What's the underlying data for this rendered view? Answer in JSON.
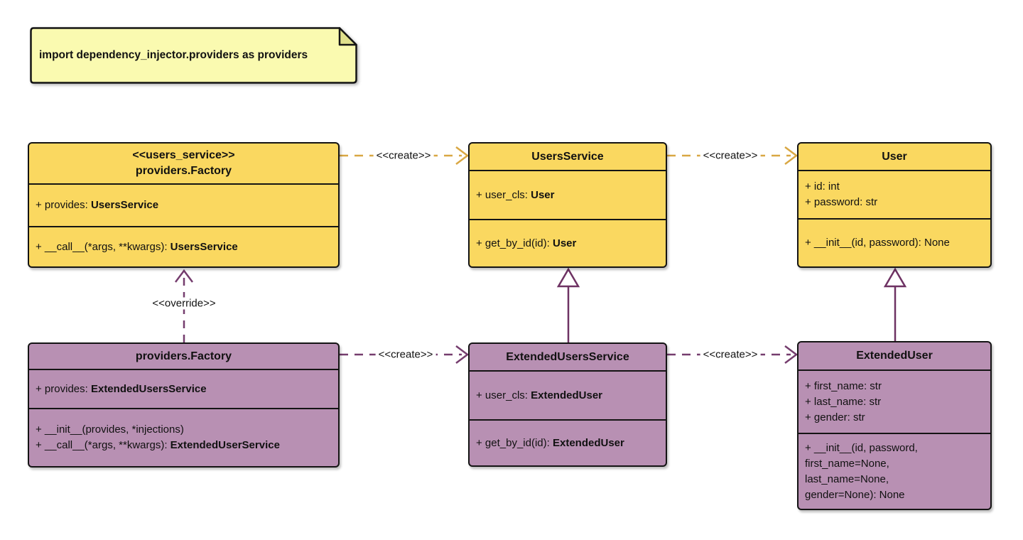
{
  "note": {
    "text": "import dependency_injector.providers as providers"
  },
  "classes": {
    "factory_users": {
      "stereotype": "<<users_service>>",
      "title": "providers.Factory",
      "attrs": [
        {
          "text": "+ provides: ",
          "type": "UsersService"
        }
      ],
      "methods": [
        {
          "text": "+ __call__(*args, **kwargs): ",
          "type": "UsersService"
        }
      ]
    },
    "users_service": {
      "title": "UsersService",
      "attrs": [
        {
          "text": "+ user_cls: ",
          "type": "User"
        }
      ],
      "methods": [
        {
          "text": "+ get_by_id(id): ",
          "type": "User"
        }
      ]
    },
    "user": {
      "title": "User",
      "attrs": [
        {
          "text": "+ id: int"
        },
        {
          "text": "+ password: str"
        }
      ],
      "methods": [
        {
          "text": "+ __init__(id, password): None"
        }
      ]
    },
    "factory_extended": {
      "title": "providers.Factory",
      "attrs": [
        {
          "text": "+ provides: ",
          "type": "ExtendedUsersService"
        }
      ],
      "methods": [
        {
          "text": "+ __init__(provides, *injections)"
        },
        {
          "text": "+ __call__(*args, **kwargs): ",
          "type": "ExtendedUserService"
        }
      ]
    },
    "extended_users_service": {
      "title": "ExtendedUsersService",
      "attrs": [
        {
          "text": "+ user_cls: ",
          "type": "ExtendedUser"
        }
      ],
      "methods": [
        {
          "text": "+ get_by_id(id): ",
          "type": "ExtendedUser"
        }
      ]
    },
    "extended_user": {
      "title": "ExtendedUser",
      "attrs": [
        {
          "text": "+ first_name: str"
        },
        {
          "text": "+ last_name: str"
        },
        {
          "text": "+ gender: str"
        }
      ],
      "methods": [
        {
          "text": "+ __init__(id, password,"
        },
        {
          "text": "first_name=None,"
        },
        {
          "text": "last_name=None,"
        },
        {
          "text": "gender=None): None"
        }
      ]
    }
  },
  "edges": {
    "create_label": "<<create>>",
    "override_label": "<<override>>",
    "items": [
      {
        "kind": "create",
        "from": "factory_users",
        "to": "users_service"
      },
      {
        "kind": "create",
        "from": "users_service",
        "to": "user"
      },
      {
        "kind": "create",
        "from": "factory_extended",
        "to": "extended_users_service"
      },
      {
        "kind": "create",
        "from": "extended_users_service",
        "to": "extended_user"
      },
      {
        "kind": "override",
        "from": "factory_extended",
        "to": "factory_users"
      },
      {
        "kind": "inheritance",
        "from": "extended_users_service",
        "to": "users_service"
      },
      {
        "kind": "inheritance",
        "from": "extended_user",
        "to": "user"
      }
    ]
  },
  "colors": {
    "class_fill_yellow": "#FAD860",
    "class_fill_purple": "#B890B3",
    "note_fill": "#FAFAB0",
    "note_fold": "#E0E08C",
    "border": "#141414",
    "arrow_yellow": "#D9A743",
    "arrow_purple": "#753D6E",
    "text": "#111111",
    "background": "#FFFFFF"
  }
}
